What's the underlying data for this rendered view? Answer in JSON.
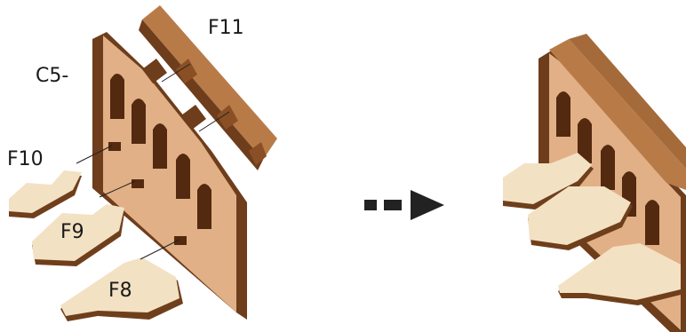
{
  "labels": {
    "c5": "C5-",
    "f8": "F8",
    "f9": "F9",
    "f10": "F10",
    "f11": "F11"
  },
  "colors": {
    "plywood_face": "#e2b086",
    "plywood_edge": "#6e3d1c",
    "plywood_edge_dark": "#53290f",
    "grain_face": "#b06c38",
    "floor_face": "#f3e1c3",
    "floor_edge": "#6f3f1c",
    "arrow": "#222222"
  }
}
